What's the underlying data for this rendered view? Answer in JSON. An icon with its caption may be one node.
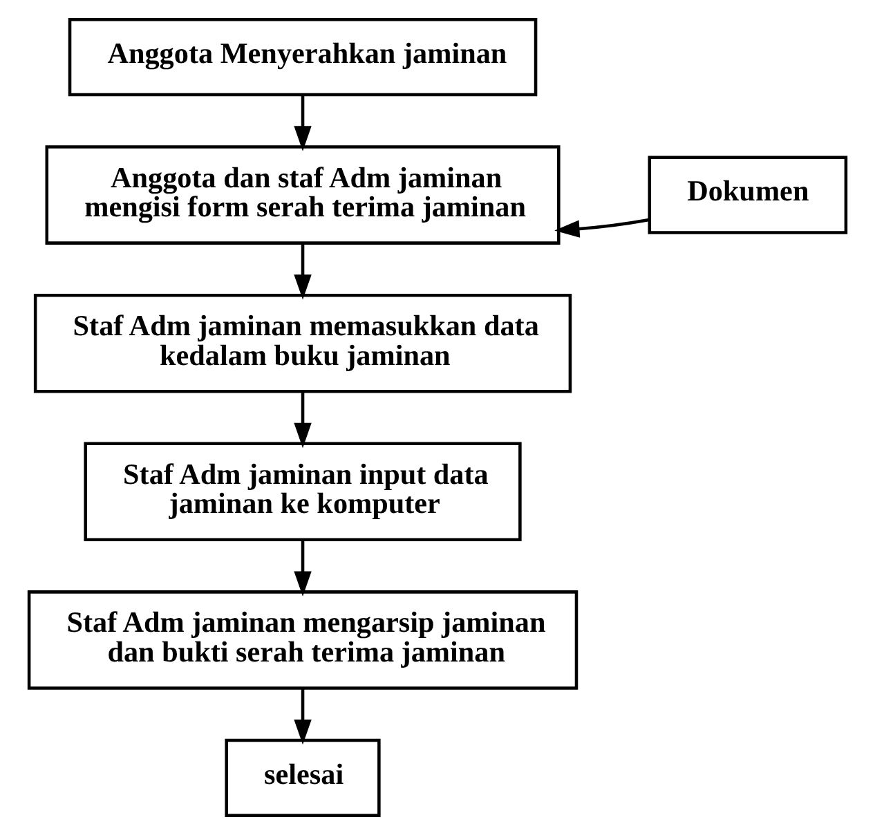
{
  "diagram": {
    "nodes": [
      {
        "text": [
          "Anggota Menyerahkan jaminan"
        ]
      },
      {
        "text": [
          "Anggota dan staf Adm jaminan mengisi form serah terima jaminan"
        ]
      },
      {
        "text": [
          "Dokumen"
        ]
      },
      {
        "text": [
          "Staf Adm jaminan memasukkan data kedalam buku jaminan"
        ]
      },
      {
        "text": [
          "Staf Adm jaminan input data jaminan ke komputer"
        ]
      },
      {
        "text": [
          "Staf Adm jaminan mengarsip jaminan dan bukti serah terima jaminan"
        ]
      },
      {
        "text": [
          "selesai"
        ]
      }
    ],
    "edges": [
      {
        "from": 0,
        "to": 1,
        "arrow": "to"
      },
      {
        "from": 2,
        "to": 1,
        "arrow": "to"
      },
      {
        "from": 1,
        "to": 3,
        "arrow": "to"
      },
      {
        "from": 3,
        "to": 4,
        "arrow": "to"
      },
      {
        "from": 4,
        "to": 5,
        "arrow": "to"
      },
      {
        "from": 5,
        "to": 6,
        "arrow": "to"
      }
    ]
  }
}
